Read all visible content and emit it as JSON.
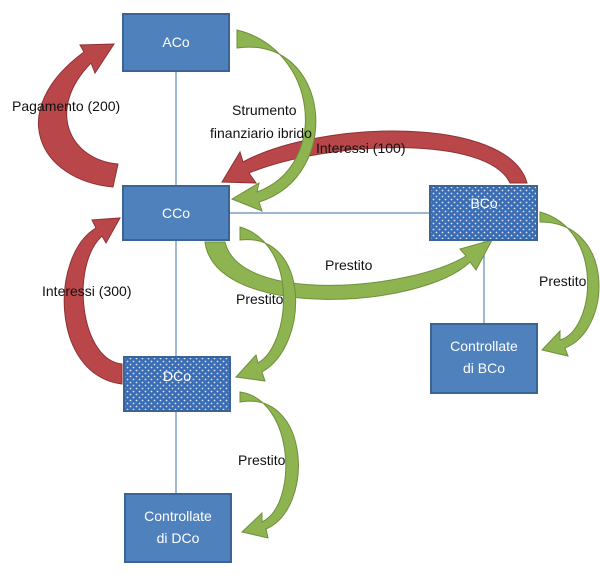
{
  "colors": {
    "box_fill": "#4F81BD",
    "box_border": "#3A6496",
    "dotted_box_fill": "#3B6DB4",
    "connector": "#5F89B7",
    "green_arrow": "#8DB450",
    "red_arrow": "#B9474A"
  },
  "nodes": {
    "aco": "ACo",
    "cco": "CCo",
    "bco": "BCo",
    "dco": "DCo",
    "controllate_bco_1": "Controllate",
    "controllate_bco_2": "di BCo",
    "controllate_dco_1": "Controllate",
    "controllate_dco_2": "di DCo"
  },
  "labels": {
    "pagamento": "Pagamento (200)",
    "strumento_1": "Strumento",
    "strumento_2": "finanziario ibrido",
    "interessi_100": "Interessi (100)",
    "prestito_cco_bco": "Prestito",
    "prestito_cco_dco": "Prestito",
    "prestito_bco_controllate": "Prestito",
    "prestito_dco_controllate": "Prestito",
    "interessi_300": "Interessi (300)"
  }
}
